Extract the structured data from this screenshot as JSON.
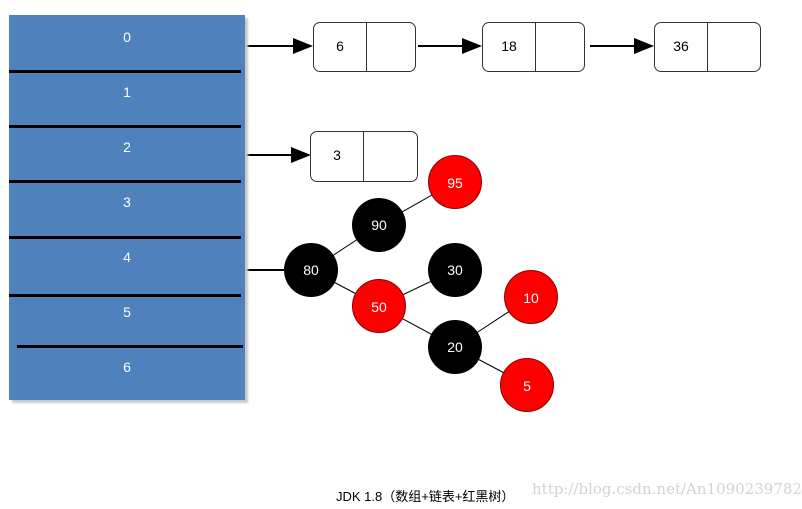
{
  "array": {
    "slots": [
      "0",
      "1",
      "2",
      "3",
      "4",
      "5",
      "6"
    ]
  },
  "lists": {
    "slot0": [
      "6",
      "18",
      "36"
    ],
    "slot2": [
      "3"
    ]
  },
  "tree": {
    "n95": "95",
    "n90": "90",
    "n80": "80",
    "n50": "50",
    "n30": "30",
    "n20": "20",
    "n10": "10",
    "n5": "5"
  },
  "colors": {
    "array_fill": "#4f81bd",
    "red_node": "#ff0000",
    "black_node": "#000000"
  },
  "caption": "JDK 1.8（数组+链表+红黑树）",
  "watermark": "http://blog.csdn.net/An1090239782"
}
